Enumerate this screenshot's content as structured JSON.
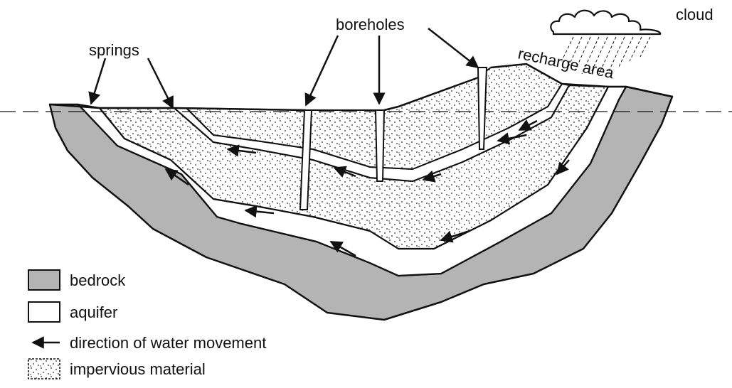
{
  "labels": {
    "boreholes": "boreholes",
    "cloud": "cloud",
    "springs": "springs",
    "recharge_area": "recharge area"
  },
  "legend": [
    {
      "key": "bedrock",
      "label": "bedrock"
    },
    {
      "key": "aquifer",
      "label": "aquifer"
    },
    {
      "key": "arrow",
      "label": "direction of water movement"
    },
    {
      "key": "impervious",
      "label": "impervious material"
    }
  ],
  "colors": {
    "bedrock": "#b4b4b4",
    "aquifer": "#ffffff",
    "impervious": "#ffffff",
    "stipple": "#222222",
    "outline": "#111111"
  },
  "icons": [
    "cloud-icon",
    "rain-icon",
    "arrow-left-icon",
    "stipple-swatch-icon"
  ]
}
